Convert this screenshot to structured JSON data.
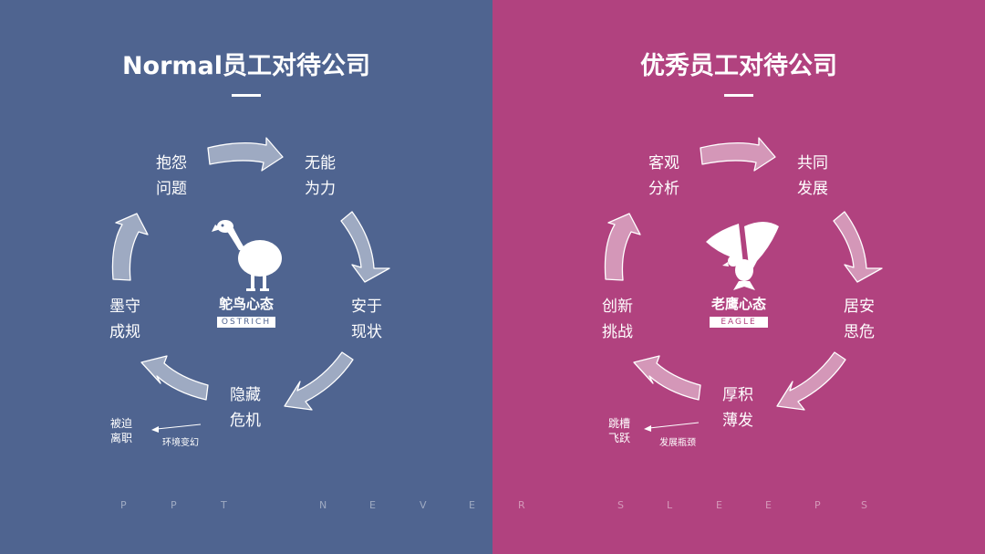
{
  "left": {
    "title": "Normal员工对待公司",
    "bg": "#4f6490",
    "steps": [
      {
        "l1": "抱怨",
        "l2": "问题"
      },
      {
        "l1": "无能",
        "l2": "为力"
      },
      {
        "l1": "安于",
        "l2": "现状"
      },
      {
        "l1": "隐藏",
        "l2": "危机"
      },
      {
        "l1": "墨守",
        "l2": "成规"
      }
    ],
    "exit": {
      "l1": "被迫",
      "l2": "离职"
    },
    "exit_reason": "环境变幻",
    "center_name": "鸵鸟心态",
    "center_tag": "OSTRICH",
    "icon": "ostrich-icon"
  },
  "right": {
    "title": "优秀员工对待公司",
    "bg": "#b1427f",
    "steps": [
      {
        "l1": "客观",
        "l2": "分析"
      },
      {
        "l1": "共同",
        "l2": "发展"
      },
      {
        "l1": "居安",
        "l2": "思危"
      },
      {
        "l1": "厚积",
        "l2": "薄发"
      },
      {
        "l1": "创新",
        "l2": "挑战"
      }
    ],
    "exit": {
      "l1": "跳槽",
      "l2": "飞跃"
    },
    "exit_reason": "发展瓶颈",
    "center_name": "老鹰心态",
    "center_tag": "EAGLE",
    "icon": "eagle-icon"
  },
  "footer": [
    "P",
    "P",
    "T",
    "N",
    "E",
    "V",
    "E",
    "R",
    "S",
    "L",
    "E",
    "E",
    "P",
    "S"
  ]
}
